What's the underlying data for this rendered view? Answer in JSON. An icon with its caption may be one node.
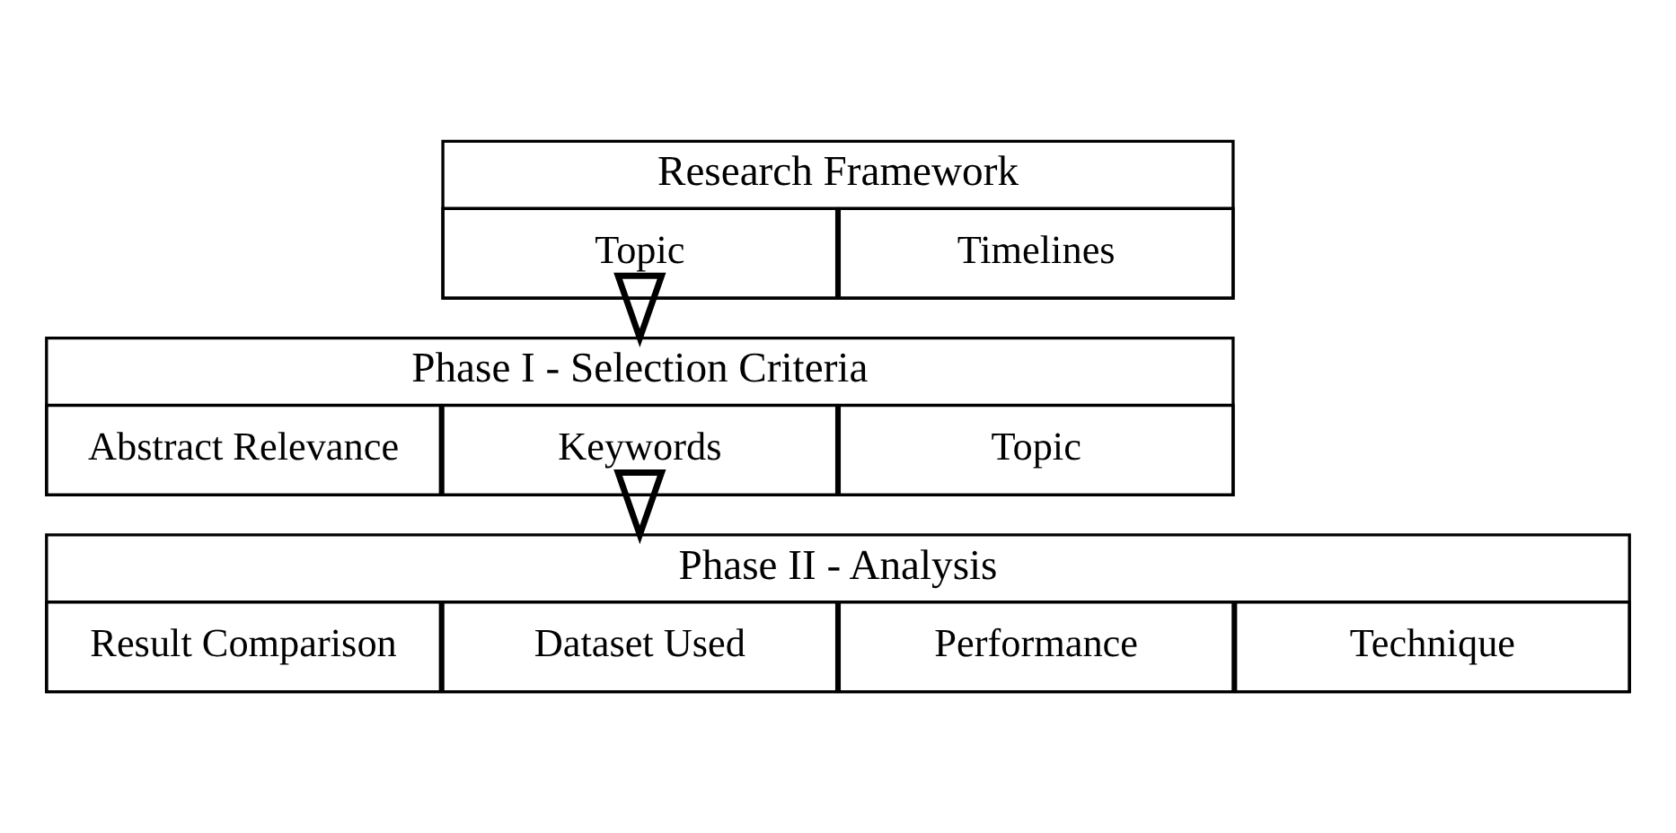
{
  "diagram": {
    "nodes": [
      {
        "text": [
          "Research Framework"
        ]
      },
      {
        "text": [
          "Timelines"
        ],
        "in": 0
      },
      {
        "text": [
          "Topic"
        ],
        "in": 0
      },
      {
        "text": [
          "Phase I - Selection Criteria"
        ]
      },
      {
        "text": [
          "Topic"
        ],
        "in": 3
      },
      {
        "text": [
          "Keywords"
        ],
        "in": 3
      },
      {
        "text": [
          "Abstract Relevance"
        ],
        "in": 3
      },
      {
        "text": [
          "Phase II - Analysis"
        ]
      },
      {
        "text": [
          "Technique"
        ],
        "in": 7
      },
      {
        "text": [
          "Performance"
        ],
        "in": 7
      },
      {
        "text": [
          "Dataset Used"
        ],
        "in": 7
      },
      {
        "text": [
          "Result Comparison"
        ],
        "in": 7
      }
    ],
    "edges": [
      {
        "from": 0,
        "to": 3,
        "arrow": "to"
      },
      {
        "from": 3,
        "to": 7,
        "arrow": "to"
      }
    ]
  }
}
